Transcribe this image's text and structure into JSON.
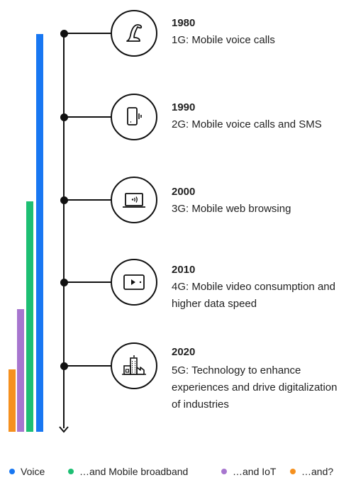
{
  "colors": {
    "voice": "#1877F2",
    "mobile_broadband": "#1DBF73",
    "iot": "#A776CF",
    "and": "#F5901E",
    "line": "#111111"
  },
  "eras": [
    {
      "year": "1980",
      "desc": "1G: Mobile voice calls",
      "icon": "telephone-handset-icon"
    },
    {
      "year": "1990",
      "desc": "2G: Mobile voice calls and SMS",
      "icon": "vibrating-phone-icon"
    },
    {
      "year": "2000",
      "desc": "3G: Mobile web browsing",
      "icon": "laptop-wifi-icon"
    },
    {
      "year": "2010",
      "desc": "4G: Mobile video consumption and higher data speed",
      "icon": "video-tablet-icon"
    },
    {
      "year": "2020",
      "desc": "5G: Technology to enhance experiences and drive digitalization of industries",
      "icon": "factory-city-icon"
    }
  ],
  "legend": [
    {
      "label": "Voice",
      "color": "#1877F2"
    },
    {
      "label": "…and Mobile broadband",
      "color": "#1DBF73"
    },
    {
      "label": "…and IoT",
      "color": "#A776CF"
    },
    {
      "label": "…and?",
      "color": "#F5901E"
    }
  ]
}
